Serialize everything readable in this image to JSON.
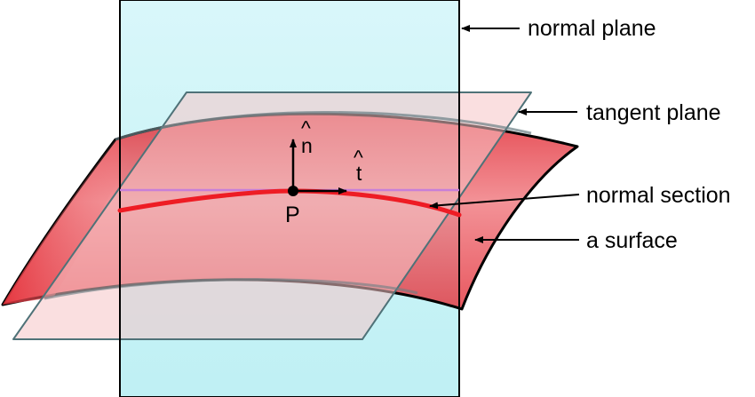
{
  "labels": {
    "normal_plane": "normal plane",
    "tangent_plane": "tangent plane",
    "normal_section": "normal section",
    "surface": "a surface",
    "point": "P",
    "normal_vector": "n",
    "tangent_vector": "t",
    "hat": "^"
  },
  "colors": {
    "normal_plane_fill": "#cdf3f6",
    "surface_fill_dark": "#e83a42",
    "surface_fill_light": "#fad4d6",
    "tangent_plane_fill": "#f4bcbf",
    "curve": "#ee1c24",
    "tangent_line": "#c77fd8",
    "outline": "#000000"
  }
}
